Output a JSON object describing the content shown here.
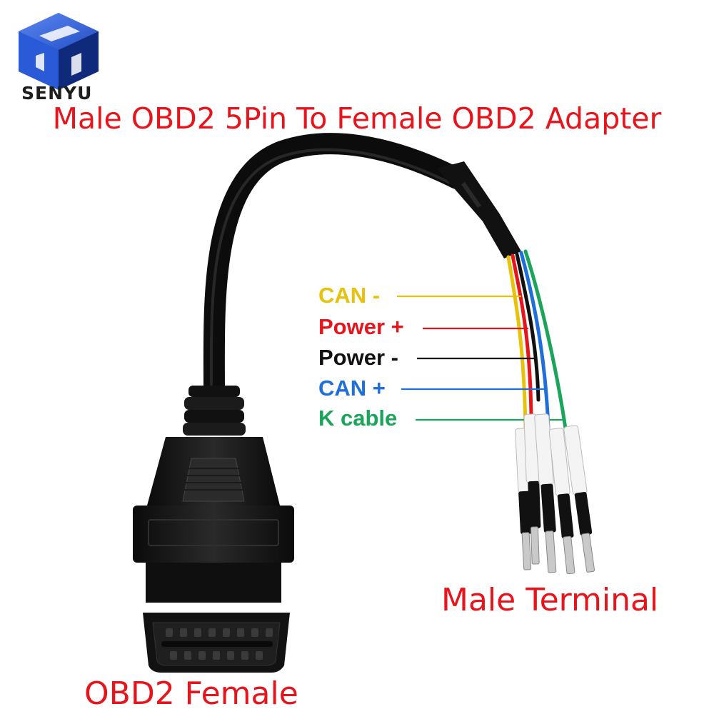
{
  "brand": {
    "name": "SENYU",
    "logo_icon": "senyu-cube-logo-icon",
    "colors": [
      "#1a3fb0",
      "#3a6bea",
      "#0f2a7a"
    ]
  },
  "title": "Male OBD2 5Pin To Female OBD2 Adapter",
  "wires": [
    {
      "label": "CAN -",
      "color": "#e8c20a"
    },
    {
      "label": "Power +",
      "color": "#e8141b"
    },
    {
      "label": "Power -",
      "color": "#111111"
    },
    {
      "label": "CAN +",
      "color": "#1e6fd9"
    },
    {
      "label": "K cable",
      "color": "#1aa55a"
    }
  ],
  "captions": {
    "male_terminal": "Male Terminal",
    "obd2_female": "OBD2 Female"
  },
  "accent_color": "#e8141b"
}
